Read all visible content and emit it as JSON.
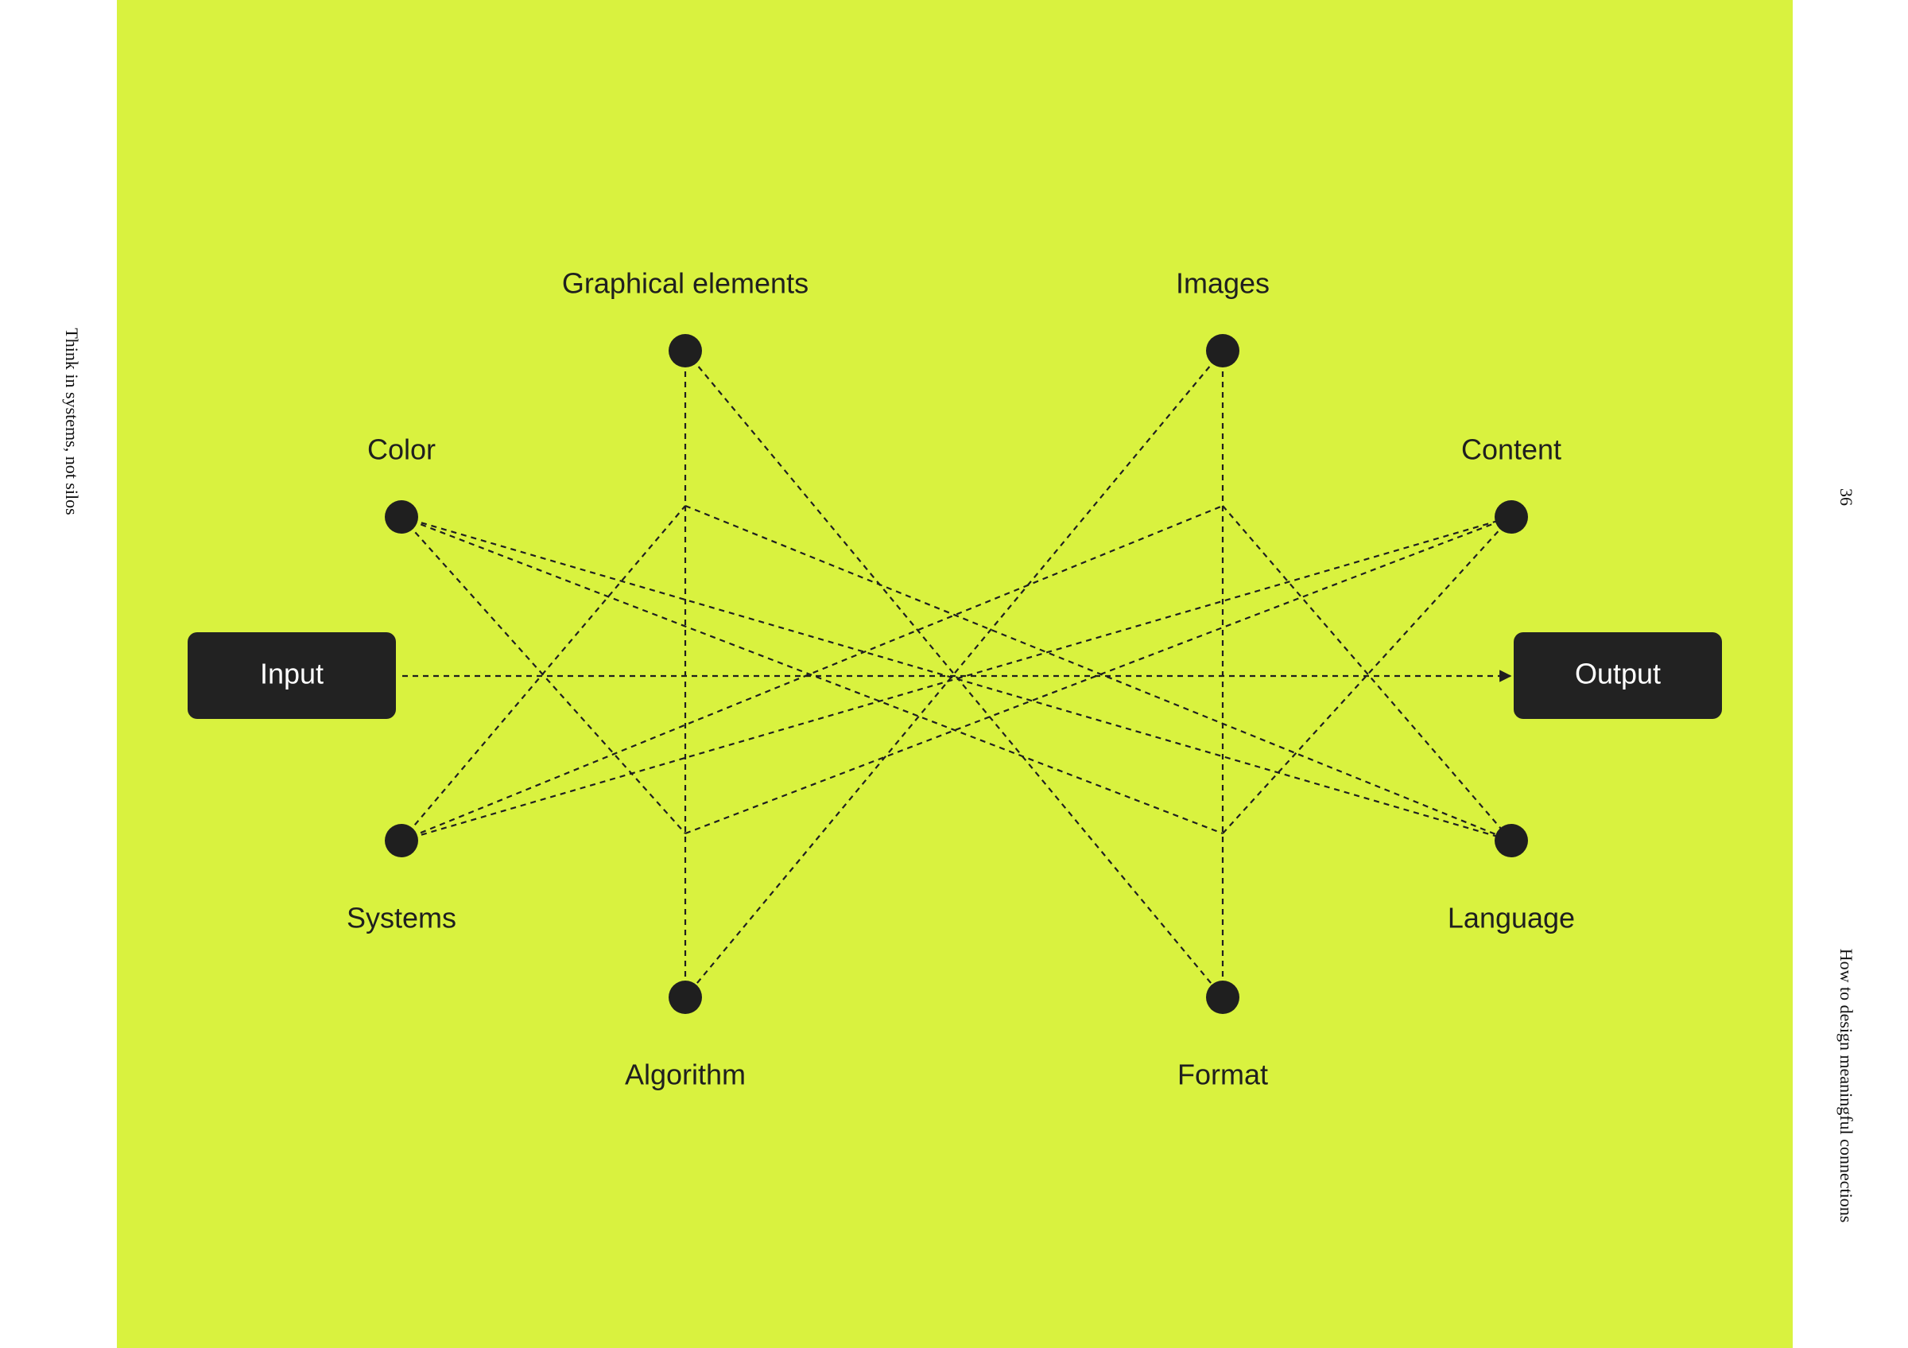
{
  "running_heads": {
    "left": "Think in systems, not silos",
    "right": "How to design meaningful connections",
    "page_number": "36"
  },
  "colors": {
    "background": "#d9f23f",
    "ink": "#1f1f1f",
    "box_fill": "#222222",
    "box_text": "#ffffff"
  },
  "diagram": {
    "input": {
      "label": "Input"
    },
    "output": {
      "label": "Output"
    },
    "nodes": [
      {
        "id": "graphical",
        "label": "Graphical elements",
        "label_pos": "above"
      },
      {
        "id": "images",
        "label": "Images",
        "label_pos": "above"
      },
      {
        "id": "color",
        "label": "Color",
        "label_pos": "above"
      },
      {
        "id": "content",
        "label": "Content",
        "label_pos": "above"
      },
      {
        "id": "systems",
        "label": "Systems",
        "label_pos": "below"
      },
      {
        "id": "language",
        "label": "Language",
        "label_pos": "below"
      },
      {
        "id": "algorithm",
        "label": "Algorithm",
        "label_pos": "below"
      },
      {
        "id": "format",
        "label": "Format",
        "label_pos": "below"
      }
    ],
    "edges": [
      [
        "input",
        "output"
      ],
      [
        "graphical",
        "algorithm"
      ],
      [
        "images",
        "format"
      ],
      [
        "graphical",
        "format"
      ],
      [
        "images",
        "algorithm"
      ],
      [
        "color",
        "language"
      ],
      [
        "systems",
        "content"
      ],
      [
        "color",
        "graphical-mid-low"
      ],
      [
        "systems",
        "graphical-mid-high"
      ],
      [
        "graphical-mid-high",
        "language"
      ],
      [
        "graphical-mid-low",
        "content"
      ],
      [
        "images-mid-high",
        "language"
      ],
      [
        "images-mid-low",
        "content"
      ],
      [
        "color",
        "images-mid-low"
      ],
      [
        "systems",
        "images-mid-high"
      ]
    ]
  }
}
